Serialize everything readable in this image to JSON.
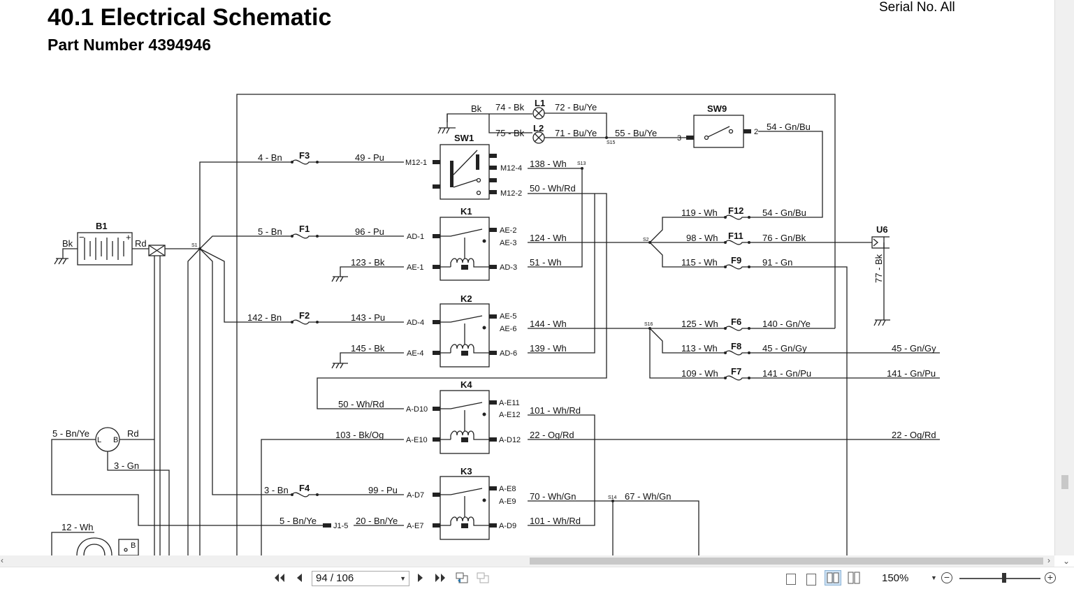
{
  "document": {
    "title": "40.1 Electrical Schematic",
    "subtitle": "Part Number 4394946",
    "serial": "Serial No. All"
  },
  "components": {
    "B1": "B1",
    "SW1": "SW1",
    "SW9": "SW9",
    "L1": "L1",
    "L2": "L2",
    "K1": "K1",
    "K2": "K2",
    "K3": "K3",
    "K4": "K4",
    "U6": "U6",
    "F1": "F1",
    "F2": "F2",
    "F3": "F3",
    "F4": "F4",
    "F6": "F6",
    "F7": "F7",
    "F8": "F8",
    "F9": "F9",
    "F11": "F11",
    "F12": "F12",
    "L": "L",
    "B": "B",
    "Bsw": "B",
    "plus": "+",
    "minus": "−"
  },
  "pins": {
    "M12-1": "M12-1",
    "M12-4": "M12-4",
    "M12-2": "M12-2",
    "AD-1": "AD-1",
    "AE-1": "AE-1",
    "AE-2": "AE-2",
    "AE-3": "AE-3",
    "AD-3": "AD-3",
    "AD-4": "AD-4",
    "AE-4": "AE-4",
    "AE-5": "AE-5",
    "AE-6": "AE-6",
    "AD-6": "AD-6",
    "A-D10": "A-D10",
    "A-E10": "A-E10",
    "A-E11": "A-E11",
    "A-E12": "A-E12",
    "A-D12": "A-D12",
    "A-D7": "A-D7",
    "A-E7": "A-E7",
    "A-E8": "A-E8",
    "A-E9": "A-E9",
    "A-D9": "A-D9",
    "J1-5": "J1-5",
    "sw9_2": "2",
    "sw9_3": "3"
  },
  "splices": {
    "S1": "S1",
    "S2": "S2",
    "S13": "S13",
    "S14": "S14",
    "S15": "S15",
    "S16": "S16"
  },
  "wires": {
    "bk_b1": "Bk",
    "rd_b1": "Rd",
    "bk_top": "Bk",
    "w74": "74 - Bk",
    "w75": "75 - Bk",
    "w72": "72 - Bu/Ye",
    "w71": "71 - Bu/Ye",
    "w55": "55 - Bu/Ye",
    "w54a": "54 - Gn/Bu",
    "w54b": "54 - Gn/Bu",
    "w4": "4 - Bn",
    "w49": "49 - Pu",
    "w138": "138 - Wh",
    "w50a": "50 - Wh/Rd",
    "w5": "5 - Bn",
    "w96": "96 - Pu",
    "w124": "124 - Wh",
    "w123": "123 - Bk",
    "w51": "51 - Wh",
    "w119": "119 - Wh",
    "w98": "98 - Wh",
    "w76": "76 - Gn/Bk",
    "w115": "115 - Wh",
    "w91": "91 - Gn",
    "w77": "77 - Bk",
    "w142": "142 - Bn",
    "w143": "143 - Pu",
    "w144": "144 - Wh",
    "w145": "145 - Bk",
    "w139": "139 - Wh",
    "w125": "125 - Wh",
    "w140": "140 - Gn/Ye",
    "w113": "113 - Wh",
    "w45a": "45 - Gn/Gy",
    "w45b": "45 - Gn/Gy",
    "w109": "109 - Wh",
    "w141a": "141 - Gn/Pu",
    "w141b": "141 - Gn/Pu",
    "w50b": "50 - Wh/Rd",
    "w101a": "101 - Wh/Rd",
    "w5bnye": "5 - Bn/Ye",
    "rd_alt": "Rd",
    "w103": "103 - Bk/Og",
    "w22a": "22 - Og/Rd",
    "w22b": "22 - Og/Rd",
    "w3gn": "3 - Gn",
    "w3bn": "3 - Bn",
    "w99": "99 - Pu",
    "w70": "70 - Wh/Gn",
    "w67": "67 - Wh/Gn",
    "w5bnye2": "5 - Bn/Ye",
    "w20": "20 - Bn/Ye",
    "w101b": "101 - Wh/Rd",
    "w12": "12 - Wh"
  },
  "toolbar": {
    "page_value": "94 / 106",
    "zoom_value": "150%",
    "first_icon": "first-page-icon",
    "prev_icon": "prev-page-icon",
    "next_icon": "next-page-icon",
    "last_icon": "last-page-icon",
    "zoom_out": "−",
    "zoom_in": "+",
    "zoom_level": 0.55
  }
}
